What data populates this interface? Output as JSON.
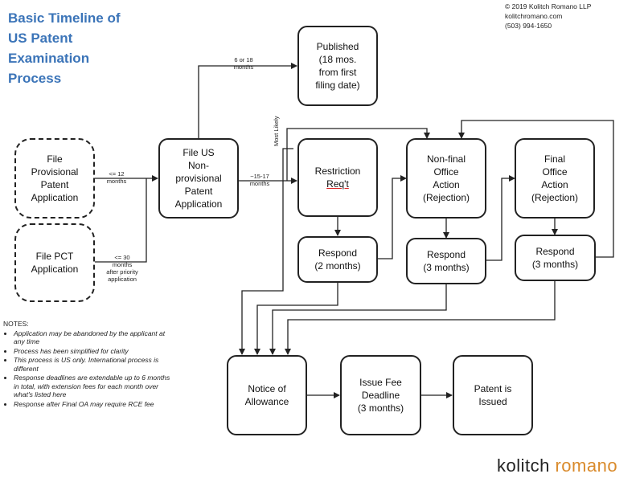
{
  "title": {
    "lines": [
      "Basic Timeline of",
      "US Patent",
      "Examination",
      "Process"
    ]
  },
  "copyright": {
    "lines": [
      "© 2019 Kolitch Romano LLP",
      "kolitchromano.com",
      "(503) 994-1650"
    ]
  },
  "nodes": {
    "file_provisional": {
      "lines": [
        "File",
        "Provisional",
        "Patent",
        "Application"
      ]
    },
    "file_pct": {
      "lines": [
        "File PCT",
        "Application"
      ]
    },
    "file_us": {
      "lines": [
        "File US",
        "Non-",
        "provisional",
        "Patent",
        "Application"
      ]
    },
    "published": {
      "lines": [
        "Published",
        "(18 mos.",
        "from first",
        "filing date)"
      ]
    },
    "restriction": {
      "lines": [
        "Restriction",
        "Req't"
      ]
    },
    "respond_restriction": {
      "lines": [
        "Respond",
        "(2 months)"
      ]
    },
    "nonfinal_oa": {
      "lines": [
        "Non-final",
        "Office",
        "Action",
        "(Rejection)"
      ]
    },
    "respond_nonfinal": {
      "lines": [
        "Respond",
        "(3 months)"
      ]
    },
    "final_oa": {
      "lines": [
        "Final",
        "Office",
        "Action",
        "(Rejection)"
      ]
    },
    "respond_final": {
      "lines": [
        "Respond",
        "(3 months)"
      ]
    },
    "notice_allowance": {
      "lines": [
        "Notice of",
        "Allowance"
      ]
    },
    "issue_fee": {
      "lines": [
        "Issue Fee",
        "Deadline",
        "(3 months)"
      ]
    },
    "patent_issued": {
      "lines": [
        "Patent is",
        "Issued"
      ]
    }
  },
  "edge_labels": {
    "published": {
      "lines": [
        "6 or 18",
        "months"
      ]
    },
    "provisional": {
      "lines": [
        "<= 12",
        "months"
      ]
    },
    "pct": {
      "lines": [
        "<= 30",
        "months",
        "after priority",
        "application"
      ]
    },
    "restriction": {
      "lines": [
        "~15-17",
        "months"
      ]
    },
    "vertical": {
      "lines": [
        "Most",
        "Likely"
      ]
    }
  },
  "notes": {
    "heading": "NOTES:",
    "items": [
      "Application may be abandoned by the applicant at any time",
      "Process has been simplified for clarity",
      "This process is US only. International process is different",
      "Response deadlines are extendable up to 6 months in total, with extension fees for each month over what's listed here",
      "Response after Final OA may require RCE fee"
    ]
  },
  "brand": {
    "part1": "kolitch ",
    "part2": "romano"
  },
  "colors": {
    "title": "#3b74b8",
    "brand_accent": "#d98a2b",
    "line": "#222222"
  }
}
